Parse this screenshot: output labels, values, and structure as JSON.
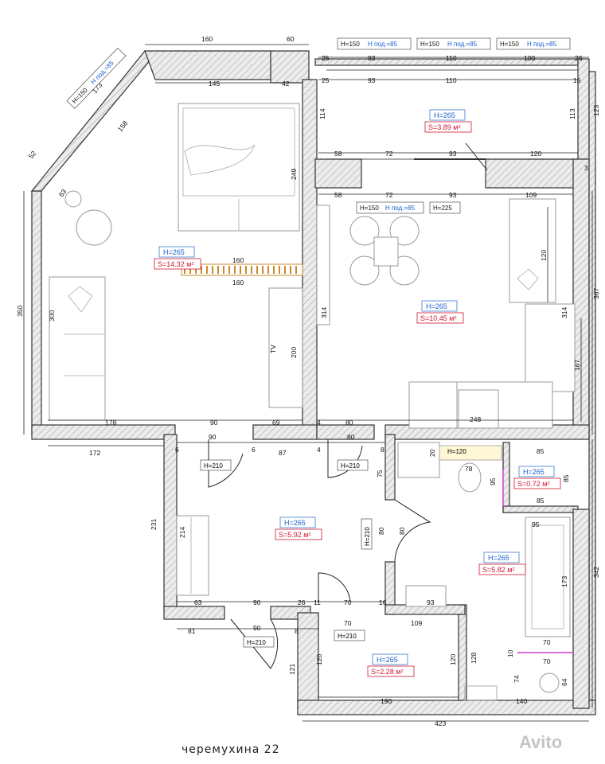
{
  "caption": "черемухина 22",
  "watermark": "Avito",
  "rooms": [
    {
      "id": "bedroom",
      "height": "H=265",
      "area": "S=14.32 м²"
    },
    {
      "id": "balcony",
      "height": "H=265",
      "area": "S=3.89 м²"
    },
    {
      "id": "kitchen",
      "height": "H=265",
      "area": "S=10.45 м²"
    },
    {
      "id": "hall",
      "height": "H=265",
      "area": "S=5.92 м²"
    },
    {
      "id": "wc",
      "height": "H=265",
      "area": "S=0.72 м²"
    },
    {
      "id": "bath",
      "height": "H=265",
      "area": "S=5.82 м²"
    },
    {
      "id": "storage",
      "height": "H=265",
      "area": "S=2.28 м²"
    }
  ],
  "windows": {
    "balcony_1": {
      "h": "H=150",
      "sill": "H под.=85"
    },
    "balcony_2": {
      "h": "H=150",
      "sill": "H под.=85"
    },
    "balcony_3": {
      "h": "H=150",
      "sill": "H под.=85"
    },
    "bedroom_diag": {
      "h": "H=150",
      "sill": "H под.=85"
    },
    "kitchen": {
      "h": "H=150",
      "sill": "H под.=85"
    },
    "kitchen_door": "H=225"
  },
  "doors": {
    "bedroom": "H=210",
    "kitchen": "H=210",
    "bath": "H=210",
    "entrance": "H=210",
    "storage": "H=210",
    "wc": "H=120"
  },
  "furniture_labels": {
    "tv": "TV",
    "washer": "248"
  },
  "dims": {
    "top_160": "160",
    "top_60": "60",
    "bal_25a": "25",
    "bal_93a": "93",
    "bal_110a": "110",
    "bal_100": "100",
    "bal_26": "26",
    "bal_25b": "25",
    "bal_93b": "93",
    "bal_110b": "110",
    "bal_16": "16",
    "bal_114": "114",
    "bal_113": "113",
    "bal_123": "123",
    "bal_58": "58",
    "bal_72": "72",
    "bal_93c": "93",
    "bal_120": "120",
    "bal_3": "3",
    "k_58": "58",
    "k_72": "72",
    "k_93": "93",
    "k_109": "109",
    "k_314a": "314",
    "k_314b": "314",
    "k_120": "120",
    "k_167": "167",
    "k_367": "367",
    "b_145": "145",
    "b_42": "42",
    "b_173": "173",
    "b_158": "158",
    "b_52": "52",
    "b_63": "63",
    "b_249": "249",
    "b_160a": "160",
    "b_160b": "160",
    "b_350": "350",
    "b_300": "300",
    "b_200": "200",
    "b_178": "178",
    "b_90": "90",
    "b_69": "69",
    "k_4": "4",
    "k_80": "80",
    "h_172": "172",
    "h_90": "90",
    "h_87": "87",
    "h_6a": "6",
    "h_6b": "6",
    "h_4": "4",
    "h_80": "80",
    "h_8": "8",
    "h_231": "231",
    "h_214": "214",
    "h_75": "75",
    "h_80v": "80",
    "h_80v2": "80",
    "wc_20": "20",
    "wc_78": "78",
    "wc_85a": "85",
    "wc_85b": "85",
    "wc_85c": "85",
    "wc_95a": "95",
    "bt_95": "95",
    "bt_173": "173",
    "bt_70a": "70",
    "bt_70b": "70",
    "bt_10": "10",
    "bt_74": "74",
    "bt_64": "64",
    "bt_140": "140",
    "bt_342": "342",
    "s_63": "63",
    "s_90": "90",
    "s_26": "26",
    "s_11": "11",
    "s_70": "70",
    "s_16": "16",
    "s_81": "81",
    "s_90b": "90",
    "s_8": "8",
    "s_70b": "70",
    "s_109": "109",
    "s_93": "93",
    "s_121": "121",
    "s_120a": "120",
    "s_120b": "120",
    "s_128": "128",
    "s_190": "190",
    "s_423": "423"
  },
  "colors": {
    "height_label": "#1a5fd0",
    "area_label": "#d0182e",
    "wall": "#e6e6e6",
    "radiator": "#c98a2b",
    "door_highlight": "#d96bd9"
  }
}
